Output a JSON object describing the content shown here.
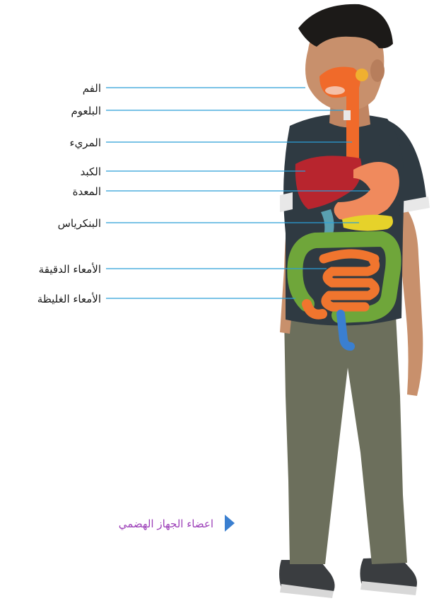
{
  "labels": [
    {
      "id": "mouth",
      "text": "الفم"
    },
    {
      "id": "pharynx",
      "text": "البلعوم"
    },
    {
      "id": "esophagus",
      "text": "المريء"
    },
    {
      "id": "liver",
      "text": "الكبد"
    },
    {
      "id": "stomach",
      "text": "المعدة"
    },
    {
      "id": "pancreas",
      "text": "البنكرياس"
    },
    {
      "id": "small-intestine",
      "text": "الأمعاء الدقيقة"
    },
    {
      "id": "large-intestine",
      "text": "الأمعاء الغليظة"
    }
  ],
  "caption": {
    "text": "اعضاء الجهاز الهضمي",
    "color": "#9c3fb8",
    "arrow_color": "#3a7fd0"
  },
  "colors": {
    "leader": "#2a9fd8",
    "shirt": "#2f3a42",
    "pants": "#6c6f5c",
    "skin": "#c8906c",
    "hair": "#1c1a18",
    "liver": "#b8252e",
    "stomach": "#f08a5d",
    "esophagus": "#f06a2a",
    "pancreas": "#e6d22a",
    "small_intestine": "#f0752e",
    "large_intestine": "#6fa63a"
  }
}
